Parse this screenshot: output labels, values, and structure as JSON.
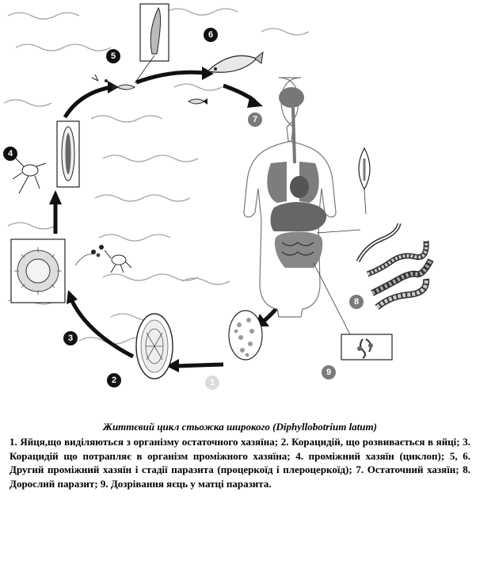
{
  "figure": {
    "step_labels": [
      "1",
      "2",
      "3",
      "4",
      "5",
      "6",
      "7",
      "8",
      "9"
    ]
  },
  "caption": {
    "title": "Життєвий цикл стьожка широкого (Diphyllobotrium latum)",
    "body": "1. Яйця,що виділяються з організму остаточного хазяїна; 2. Корацидій, що розвивається в яйці; 3. Корацидій що потрапляє в організм проміжного хазяїна; 4. проміжний хазяїн (циклоп); 5, 6. Другий проміжний хазяїн і стадії паразита (процеркоїд і плероцеркоїд); 7. Остаточний хазяїн; 8. Дорослий паразит; 9. Дозрівання яєць у матці паразита."
  },
  "colors": {
    "ink": "#111111",
    "organ_fill": "#8c8c8c",
    "water_line": "#9a9a9a"
  }
}
